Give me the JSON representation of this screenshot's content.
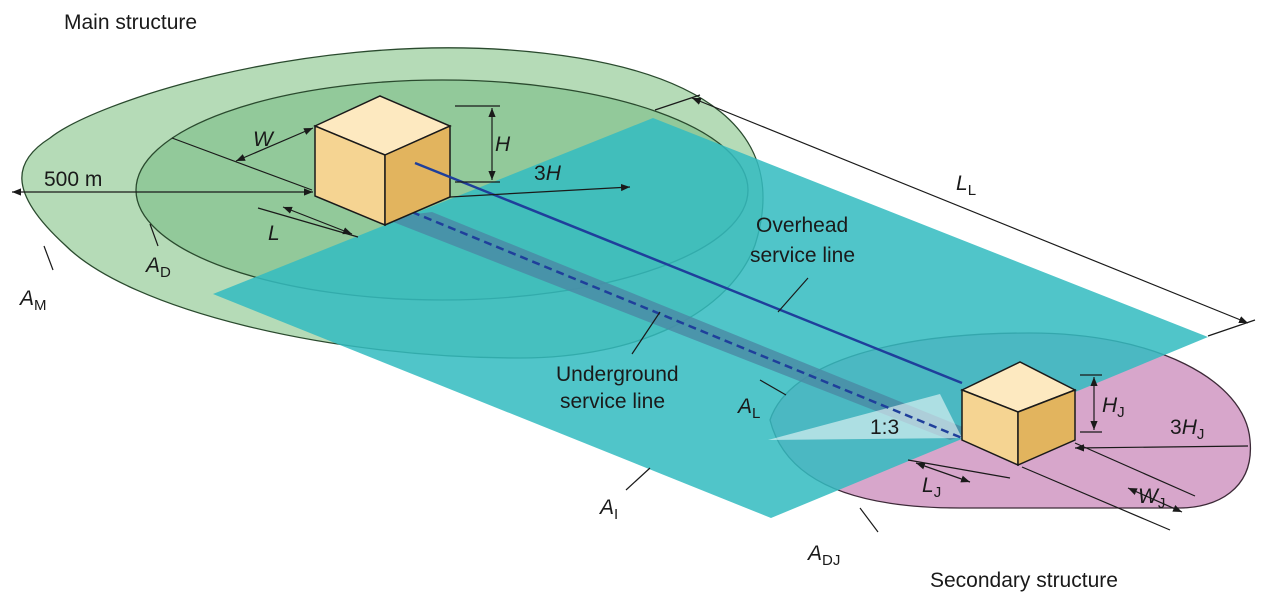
{
  "titles": {
    "main_structure": "Main structure",
    "secondary_structure": "Secondary structure"
  },
  "dimensions": {
    "distance": "500 m",
    "width_main": "W",
    "length_main": "L",
    "height_main": "H",
    "three_h": "3",
    "three_h_var": "H",
    "line_length_var": "L",
    "line_length_sub": "L",
    "height_sec": "H",
    "height_sec_sub": "J",
    "three_hj": "3",
    "three_hj_var": "H",
    "three_hj_sub": "J",
    "length_sec": "L",
    "length_sec_sub": "J",
    "width_sec": "W",
    "width_sec_sub": "J",
    "slope": "1:3"
  },
  "areas": {
    "a_m": "A",
    "a_m_sub": "M",
    "a_d": "A",
    "a_d_sub": "D",
    "a_l": "A",
    "a_l_sub": "L",
    "a_i": "A",
    "a_i_sub": "I",
    "a_dj": "A",
    "a_dj_sub": "DJ"
  },
  "lines": {
    "overhead_1": "Overhead",
    "overhead_2": "service line",
    "underground_1": "Underground",
    "underground_2": "service line"
  },
  "colors": {
    "outer_zone": "#b5dbb7",
    "inner_zone": "#92c99a",
    "service_area": "#33bcc0",
    "secondary_zone": "#d7a6cb",
    "buried_strip": "#4a8ca6",
    "box_top": "#fde9c0",
    "box_front": "#f5d492",
    "box_side": "#e2b45e",
    "overhead_line": "#1f3f9b"
  }
}
